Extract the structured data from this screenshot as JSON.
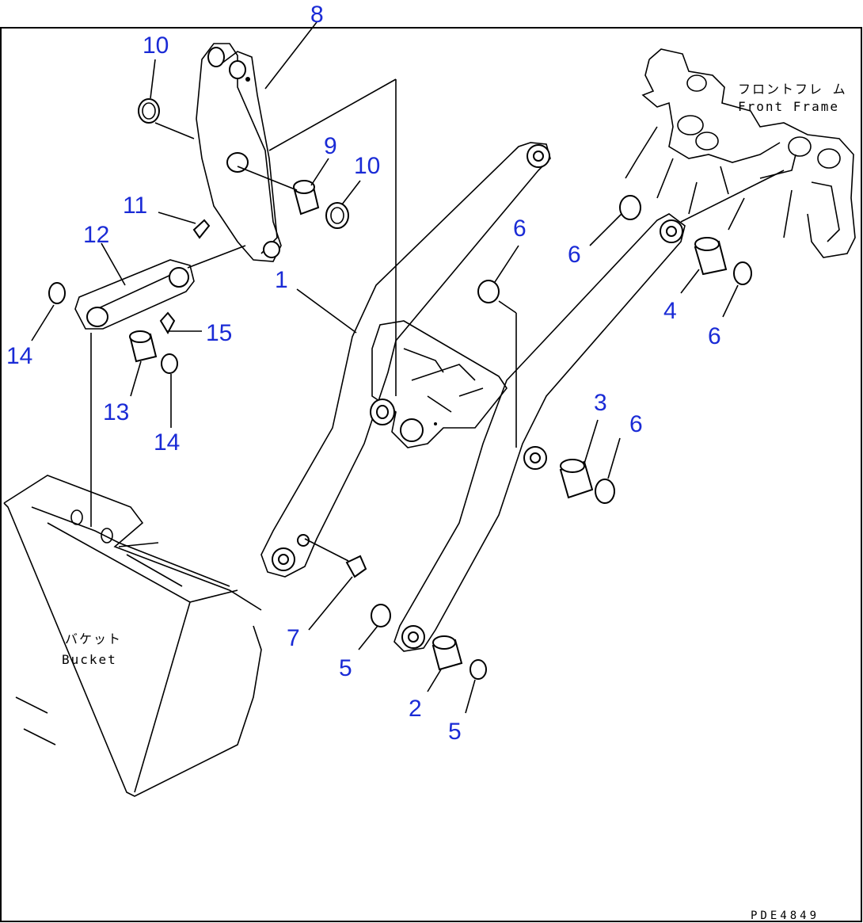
{
  "callouts": {
    "c1": "1",
    "c2": "2",
    "c3": "3",
    "c4": "4",
    "c5a": "5",
    "c5b": "5",
    "c6a": "6",
    "c6b": "6",
    "c6c": "6",
    "c6d": "6",
    "c7": "7",
    "c8": "8",
    "c9": "9",
    "c10a": "10",
    "c10b": "10",
    "c11": "11",
    "c12": "12",
    "c13": "13",
    "c14a": "14",
    "c14b": "14",
    "c15": "15"
  },
  "labels": {
    "front_frame_jp": "フロントフレ ム",
    "front_frame_en": "Front Frame",
    "bucket_jp": "バケット",
    "bucket_en": "Bucket"
  },
  "drawing_code": "PDE4849",
  "colors": {
    "callout": "#1a2bd6",
    "line": "#000000",
    "background": "#ffffff"
  }
}
